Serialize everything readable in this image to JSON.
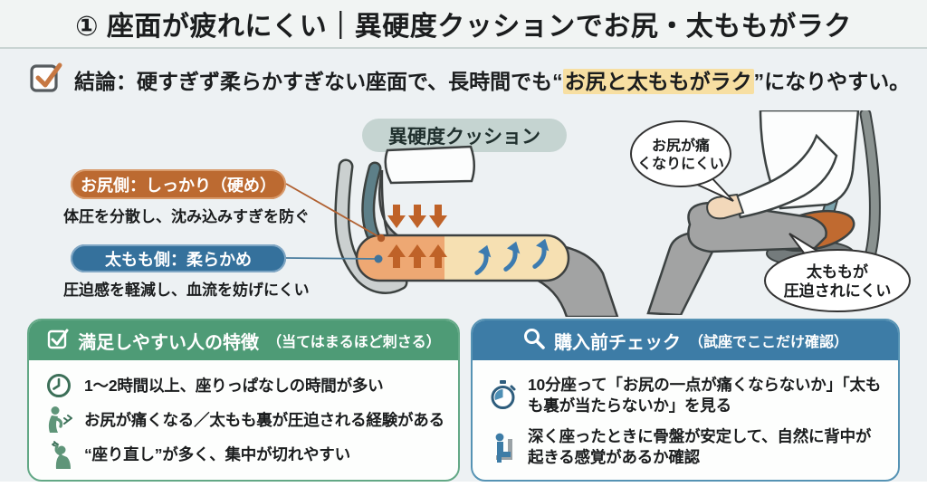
{
  "header": {
    "title": "① 座面が疲れにくい｜異硬度クッションでお尻・太ももがラク"
  },
  "conclusion": {
    "prefix": "結論：硬すぎず柔らかすぎない座面で、長時間でも“",
    "highlight": "お尻と太ももがラク",
    "suffix": "”になりやすい。"
  },
  "diagram": {
    "cushion_tag": "異硬度クッション",
    "hip": {
      "label": "お尻側：しっかり（硬め）",
      "desc": "体圧を分散し、沈み込みすぎを防ぐ"
    },
    "thigh": {
      "label": "太もも側：柔らかめ",
      "desc": "圧迫感を軽減し、血流を妨げにくい"
    },
    "bubbles": {
      "hip_l1": "お尻が痛",
      "hip_l2": "くなりにくい",
      "thigh_l1": "太ももが",
      "thigh_l2": "圧迫されにくい"
    }
  },
  "panels": {
    "features": {
      "title": "満足しやすい人の特徴",
      "note": "（当てはまるほど刺さる）",
      "items": [
        {
          "icon": "clock-icon",
          "text": "1～2時間以上、座りっぱなしの時間が多い"
        },
        {
          "icon": "back-pain-icon",
          "text": "お尻が痛くなる／太もも裏が圧迫される経験がある"
        },
        {
          "icon": "fidget-icon",
          "text": "“座り直し”が多く、集中が切れやすい"
        }
      ]
    },
    "check": {
      "title": "購入前チェック",
      "note": "（試座でここだけ確認）",
      "items": [
        {
          "icon": "stopwatch-icon",
          "text": "10分座って「お尻の一点が痛くならないか」「太もも裏が当たらないか」を見る"
        },
        {
          "icon": "seated-person-icon",
          "text": "深く座ったときに骨盤が安定して、自然に背中が起きる感覚があるか確認"
        }
      ]
    }
  },
  "colors": {
    "accent_orange": "#bc6a31",
    "accent_blue": "#35719c",
    "panel_green": "#4e9b76",
    "panel_blue": "#3d7ca6",
    "highlight": "#f7dfa2",
    "cushion_firm": "#eea873",
    "cushion_soft": "#f6e0b2"
  }
}
